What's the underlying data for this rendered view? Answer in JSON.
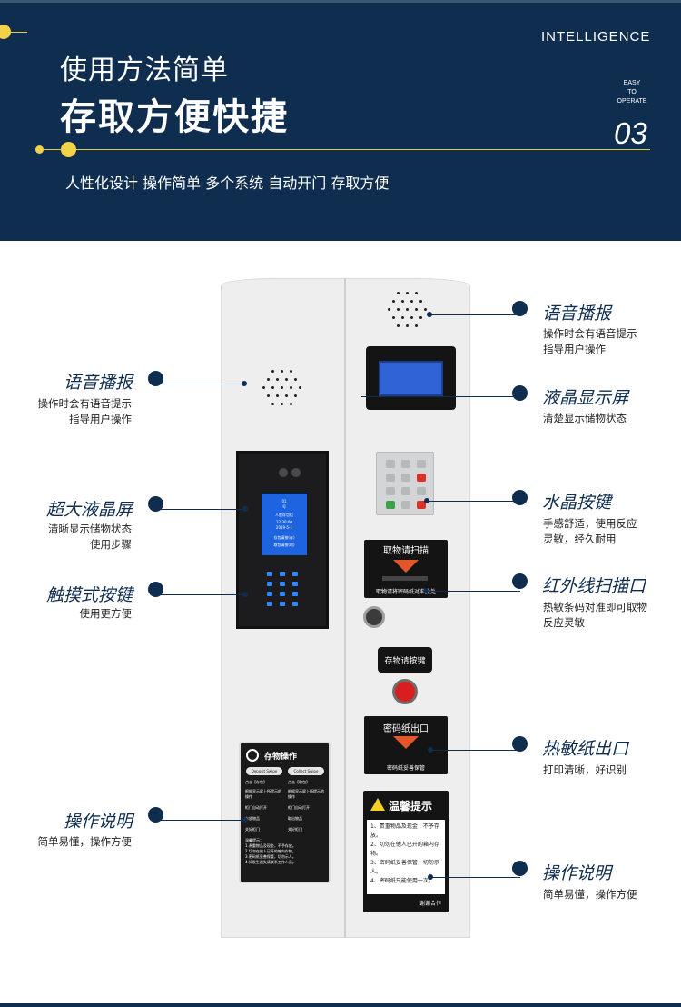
{
  "header": {
    "intelligence": "INTELLIGENCE",
    "easy_lines": [
      "EASY",
      "TO",
      "OPERATE"
    ],
    "number": "03",
    "title_line1": "使用方法简单",
    "title_line2": "存取方便快捷",
    "subtitle": "人性化设计 操作简单 多个系统 自动开门 存取方便"
  },
  "cabinet": {
    "panel_screen": {
      "line1": "01",
      "line2": "号",
      "line3": "人脸存包柜",
      "line4": "12:30:00",
      "line5": "2019-5-1",
      "line6": "存包请按(存)",
      "line7": "取包请按(取)"
    },
    "scan_sign": {
      "title": "取物请扫描",
      "bottom": "取物请将密码纸对准此处"
    },
    "press_sign": "存物请按键",
    "paper_sign": {
      "title": "密码纸出口",
      "bottom": "密码纸妥善保管"
    },
    "warm_sign": {
      "title": "温馨提示",
      "items": [
        "1、贵重物品及现金，不予存放。",
        "2、切勿在他人已开的箱内存物。",
        "3、密码纸妥善保管，切勿示人。",
        "4、密码纸只能使用一次。"
      ],
      "thanks": "谢谢合作"
    },
    "ops_sign": {
      "title": "存物操作",
      "btn_left": "Deposit Swipe",
      "btn_right": "Collect Swipe",
      "rows": [
        "点击【存包】",
        "点击【取包】",
        "根据显示屏上所提示的操作",
        "根据显示屏上所提示的操作",
        "柜门自动打开",
        "柜门自动打开",
        "存放物品",
        "取出物品",
        "关好柜门",
        "关好柜门"
      ],
      "notes_title": "温馨提示：",
      "notes": [
        "1.贵重物品及现金，不予存放。",
        "2.切勿在他人已开的箱内存物。",
        "3.密码纸妥善保管，切勿示人。",
        "4.如发生遗失请联系工作人员。"
      ]
    }
  },
  "callouts": {
    "right": [
      {
        "title": "语音播报",
        "desc": [
          "操作时会有语音提示",
          "指导用户操作"
        ]
      },
      {
        "title": "液晶显示屏",
        "desc": [
          "清楚显示储物状态"
        ]
      },
      {
        "title": "水晶按键",
        "desc": [
          "手感舒适，使用反应",
          "灵敏，经久耐用"
        ]
      },
      {
        "title": "红外线扫描口",
        "desc": [
          "热敏条码对准即可取物",
          "反应灵敏"
        ]
      },
      {
        "title": "热敏纸出口",
        "desc": [
          "打印清晰，好识别"
        ]
      },
      {
        "title": "操作说明",
        "desc": [
          "简单易懂，操作方便"
        ]
      }
    ],
    "left": [
      {
        "title": "语音播报",
        "desc": [
          "操作时会有语音提示",
          "指导用户操作"
        ]
      },
      {
        "title": "超大液晶屏",
        "desc": [
          "清晰显示储物状态",
          "使用步骤"
        ]
      },
      {
        "title": "触摸式按键",
        "desc": [
          "使用更方便"
        ]
      },
      {
        "title": "操作说明",
        "desc": [
          "简单易懂，操作方便"
        ]
      }
    ]
  },
  "colors": {
    "navy": "#0f2d4f",
    "gold": "#f2d24a",
    "screen_blue": "#2f63d6",
    "warn_red": "#e4562a"
  }
}
